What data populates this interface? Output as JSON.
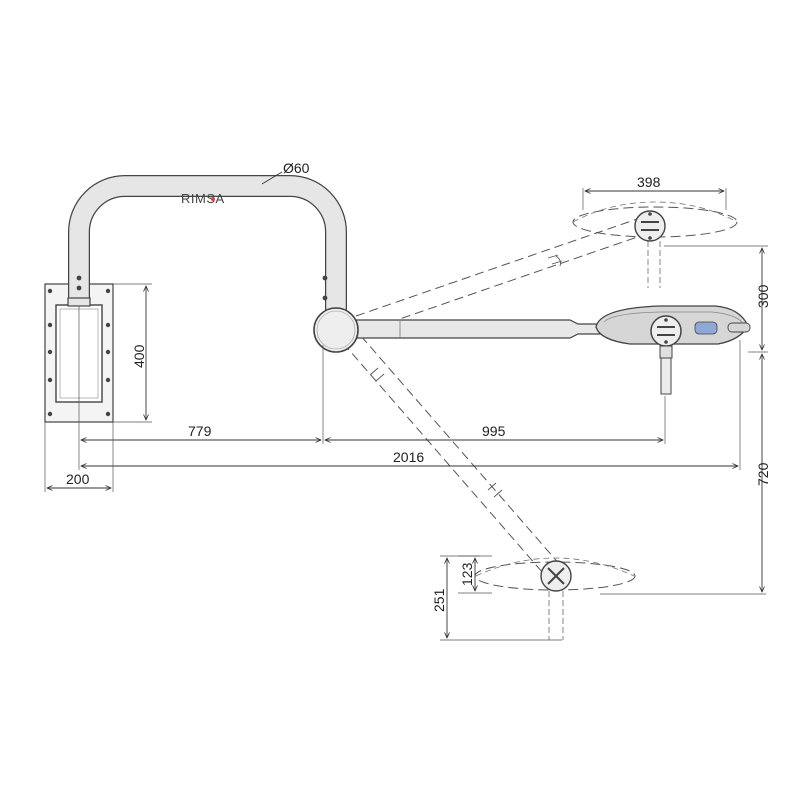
{
  "brand": {
    "logo_text": "RIMSA"
  },
  "dimensions": {
    "tube_diameter": "Ø60",
    "lamp_width": "398",
    "vertical_upper": "300",
    "wall_plate_height": "400",
    "reach_to_joint": "779",
    "arm_length": "995",
    "total_reach": "2016",
    "wall_plate_width": "200",
    "vertical_total": "720",
    "lamp_height_inner": "123",
    "lamp_height_outer": "251"
  },
  "colors": {
    "line": "#444444",
    "tube_fill": "#e4e4e4",
    "lamp_fill": "#d2d2d2",
    "handle_accent": "#8fa8d6"
  }
}
